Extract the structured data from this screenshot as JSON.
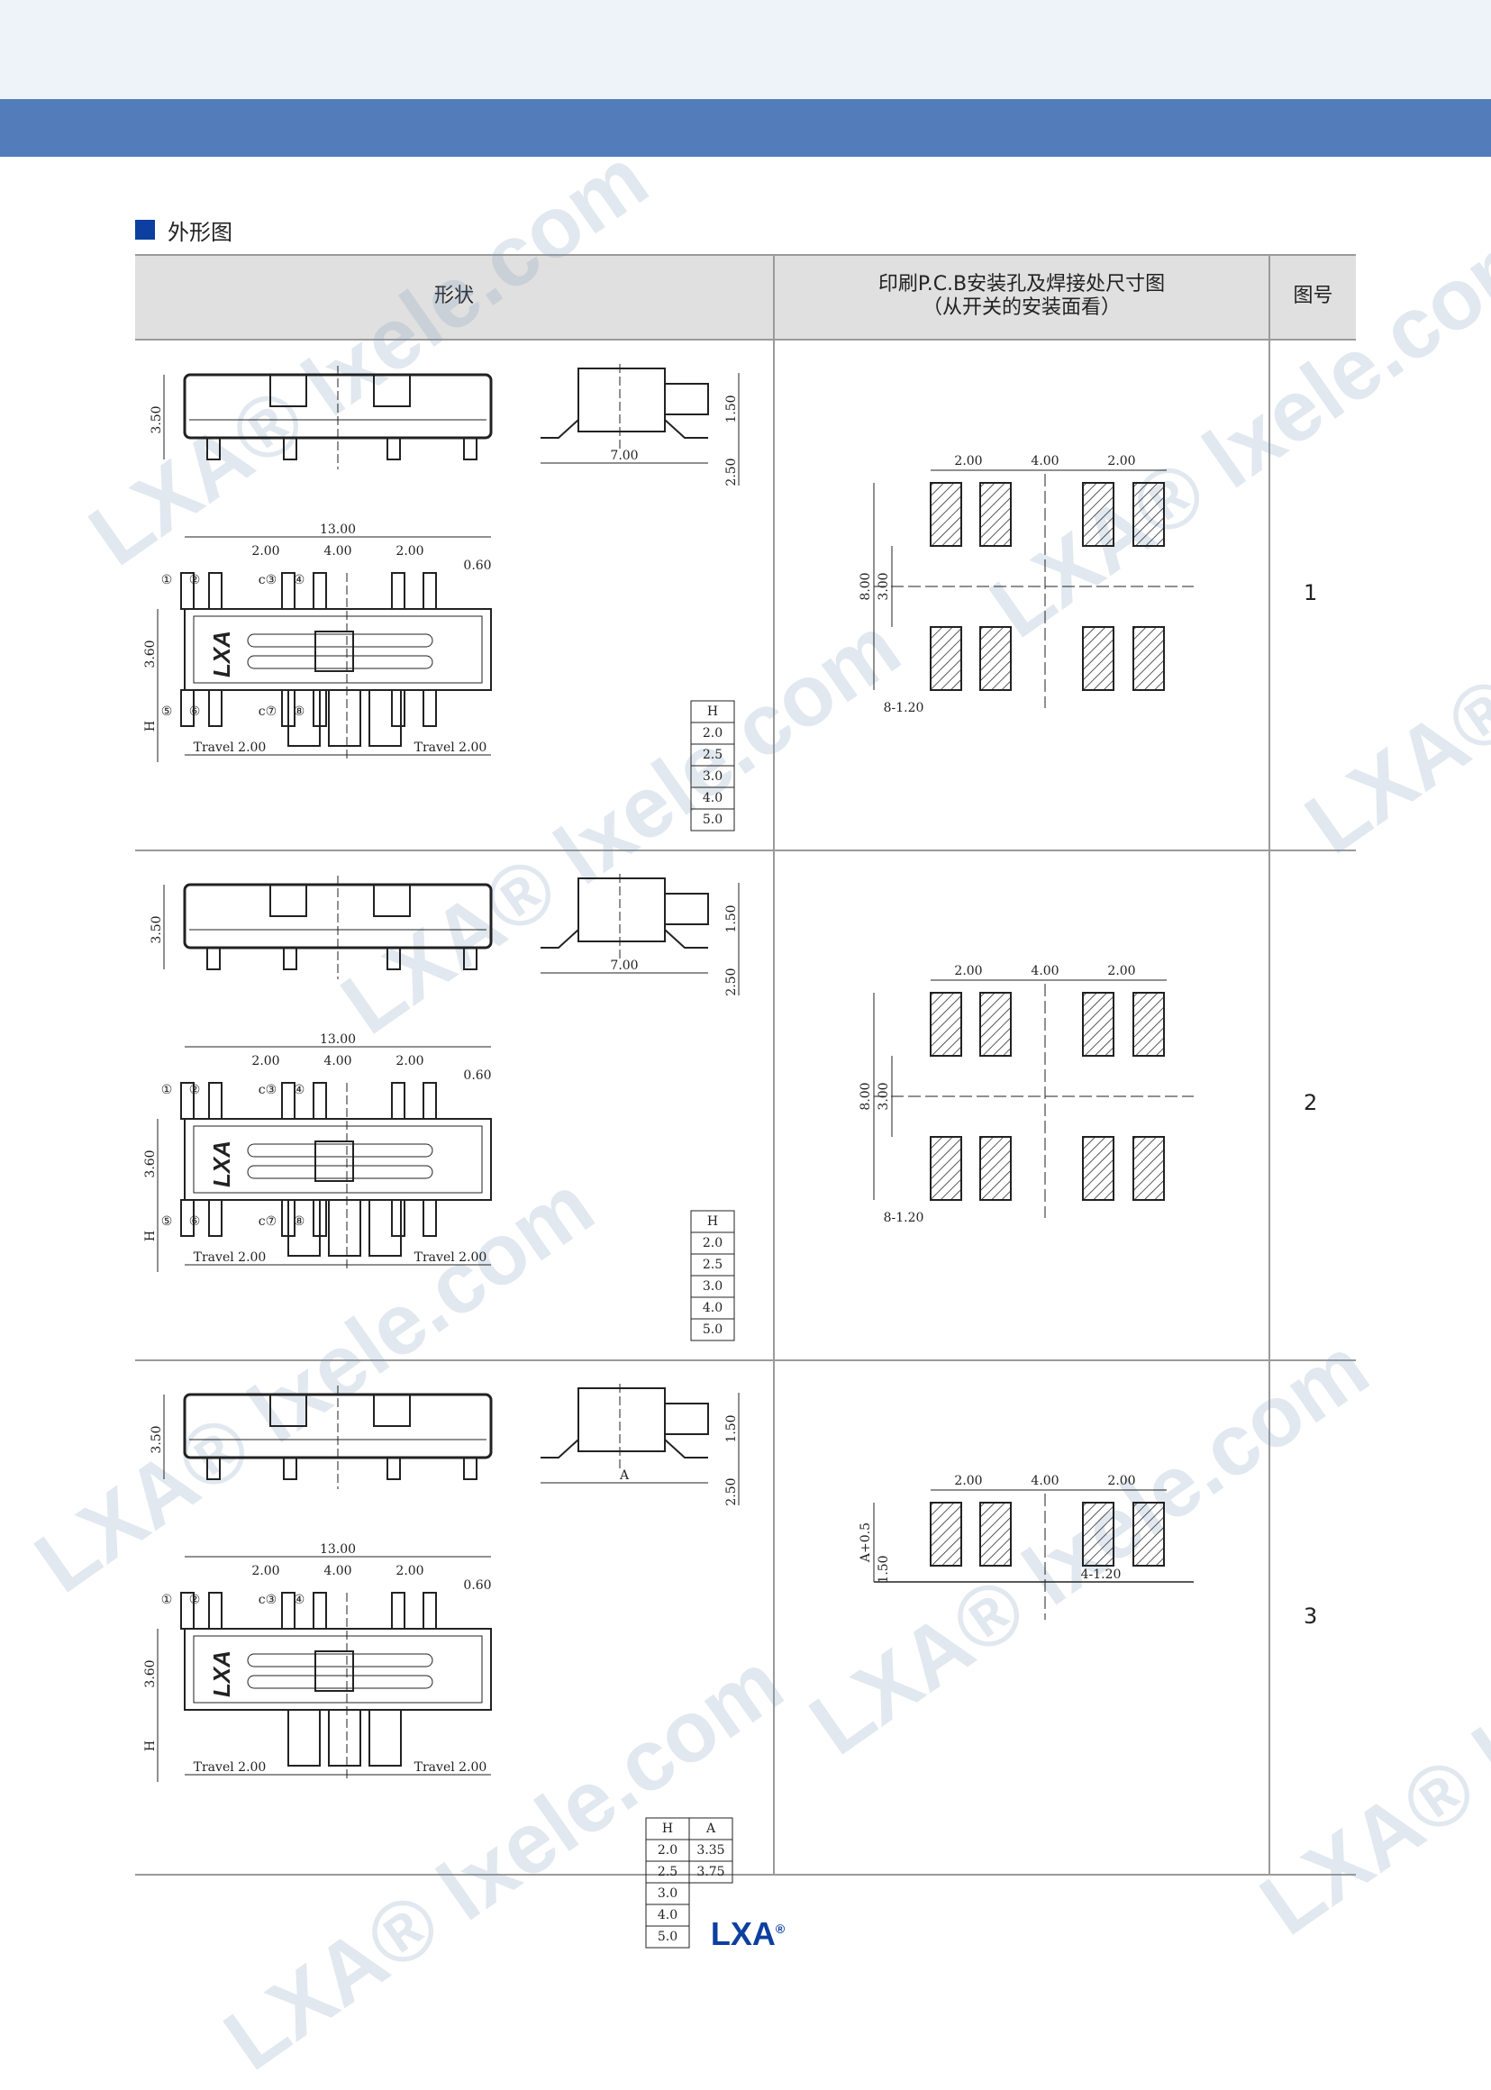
{
  "section_title": "外形图",
  "table": {
    "headers": {
      "shape": "形状",
      "pcb_line1": "印刷P.C.B安装孔及焊接处尺寸图",
      "pcb_line2": "（从开关的安装面看）",
      "fig_no": "图号"
    },
    "rows": [
      {
        "fig": "1",
        "side_label": "7.00",
        "h_values": [
          "2.0",
          "2.5",
          "3.0",
          "4.0",
          "5.0"
        ],
        "a_values": [],
        "pcb_pads": "8-1.20",
        "pcb_type": "8pin"
      },
      {
        "fig": "2",
        "side_label": "7.00",
        "h_values": [
          "2.0",
          "2.5",
          "3.0",
          "4.0",
          "5.0"
        ],
        "a_values": [],
        "pcb_pads": "8-1.20",
        "pcb_type": "8pin"
      },
      {
        "fig": "3",
        "side_label": "A",
        "h_values": [
          "2.0",
          "2.5",
          "3.0",
          "4.0",
          "5.0"
        ],
        "a_values": [
          "3.35",
          "3.75"
        ],
        "pcb_pads": "4-1.20",
        "pcb_type": "4pin"
      }
    ]
  },
  "dims": {
    "height": "3.50",
    "width": "13.00",
    "pitch_a": "2.00",
    "pitch_b": "4.00",
    "pin_w": "0.60",
    "body_h": "3.60",
    "h_label": "H",
    "a_label": "A",
    "travel": "Travel 2.00",
    "side_h1": "1.50",
    "side_h2": "2.50",
    "pcb_8": "8.00",
    "pcb_3": "3.00",
    "pcb_a": "A+0.5",
    "pcb_150": "1.50",
    "pin_labels": [
      "①",
      "②",
      "c③",
      "④",
      "⑤",
      "⑥",
      "c⑦",
      "⑧"
    ],
    "logo_mark": "LXA"
  },
  "footer_logo": "LXA",
  "footer_reg": "®",
  "watermark": "LXA® lxele.com"
}
